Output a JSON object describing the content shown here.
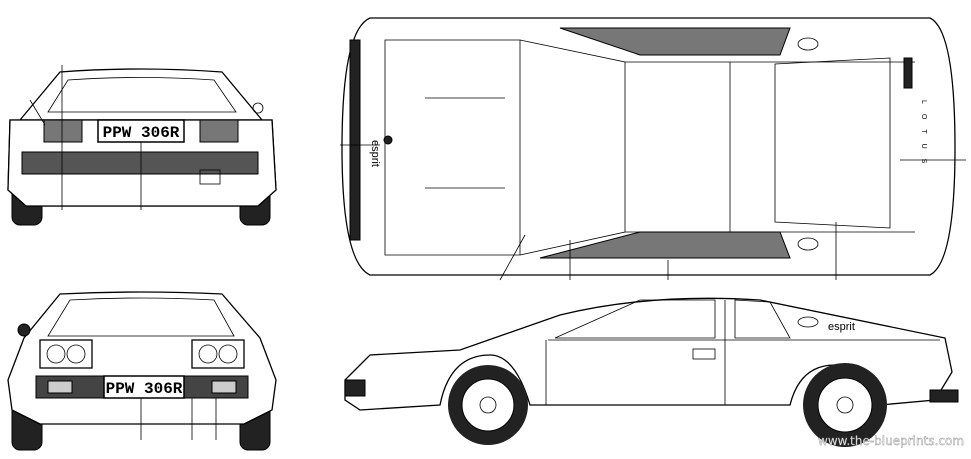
{
  "rear_view": {
    "plate": "PPW 306R"
  },
  "front_view": {
    "plate": "PPW 306R"
  },
  "top_view": {
    "hood_badge": "esprit",
    "rear_badge": "LOTUS"
  },
  "side_view": {
    "badge": "esprit"
  },
  "watermark": "www.the-blueprints.com"
}
